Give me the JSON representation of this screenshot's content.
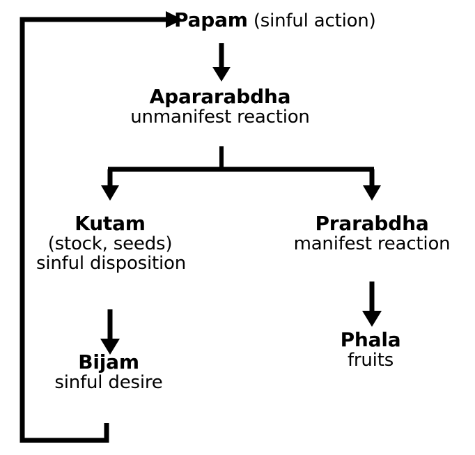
{
  "diagram": {
    "title": "Papam (sinful action) karmic cycle flowchart",
    "stroke_color": "#000000",
    "background_color": "#ffffff",
    "nodes": {
      "papam": {
        "term": "Papam",
        "gloss": " (sinful action)"
      },
      "apararabdha": {
        "term": "Apararabdha",
        "gloss": "unmanifest reaction"
      },
      "kutam": {
        "term": "Kutam",
        "gloss_1": "(stock, seeds)",
        "gloss_2": "sinful disposition"
      },
      "prarabdha": {
        "term": "Prarabdha",
        "gloss": "manifest reaction"
      },
      "bijam": {
        "term": "Bijam",
        "gloss": "sinful desire"
      },
      "phala": {
        "term": "Phala",
        "gloss": "fruits"
      }
    },
    "edges": [
      {
        "name": "papam-to-apararabdha",
        "from": "papam",
        "to": "apararabdha",
        "style": "arrow-down"
      },
      {
        "name": "apararabdha-split",
        "from": "apararabdha",
        "to": "split",
        "style": "tee-down"
      },
      {
        "name": "split-to-kutam",
        "from": "split",
        "to": "kutam",
        "style": "arrow-down"
      },
      {
        "name": "split-to-prarabdha",
        "from": "split",
        "to": "prarabdha",
        "style": "arrow-down"
      },
      {
        "name": "kutam-to-bijam",
        "from": "kutam",
        "to": "bijam",
        "style": "arrow-down"
      },
      {
        "name": "prarabdha-to-phala",
        "from": "prarabdha",
        "to": "phala",
        "style": "arrow-down"
      },
      {
        "name": "bijam-to-papam-loop",
        "from": "bijam",
        "to": "papam",
        "style": "feedback-loop-left"
      }
    ]
  }
}
